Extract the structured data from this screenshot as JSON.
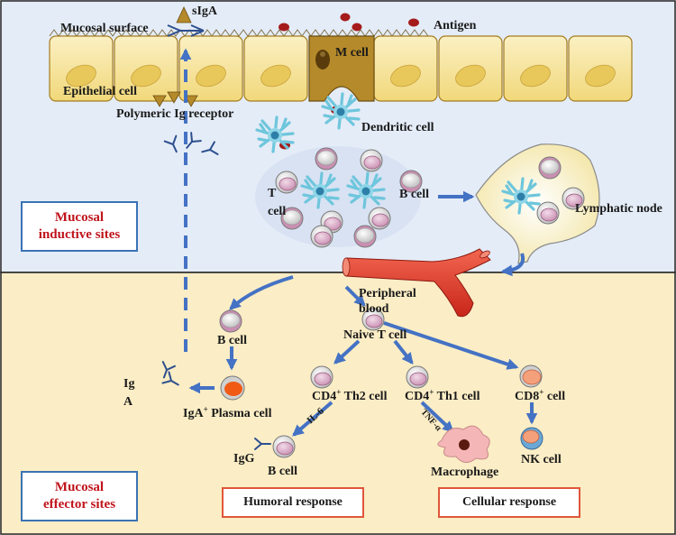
{
  "colors": {
    "inductive_bg": "#e4ecf7",
    "effector_bg": "#fbedc5",
    "epithelium": "#f8e6a3",
    "m_cell": "#b58a2a",
    "antigen": "#a51b1b",
    "arrow": "#4472c4",
    "site_label": "#c0141c",
    "response_border": "#e0563b",
    "vessel": "#e53925"
  },
  "labels": {
    "mucosal_surface": "Mucosal surface",
    "siga": "sIgA",
    "antigen": "Antigen",
    "m_cell": "M cell",
    "epithelial_cell": "Epithelial cell",
    "polymeric_ig_receptor": "Polymeric Ig receptor",
    "dendritic_cell": "Dendritic cell",
    "t_cell_1": "T",
    "t_cell_2": "cell",
    "b_cell_inductive": "B cell",
    "lymphatic_node": "Lymphatic node",
    "peripheral_blood_1": "Peripheral",
    "peripheral_blood_2": "blood",
    "naive_t_cell": "Naive T cell",
    "b_cell_effector": "B cell",
    "ig_a_1": "Ig",
    "ig_a_2": "A",
    "iga_plasma_prefix": "IgA",
    "iga_plasma_sup": "+",
    "iga_plasma_suffix": " Plasma cell",
    "cd4_th2_prefix": "CD4",
    "cd4_th2_sup": "+",
    "cd4_th2_suffix": " Th2 cell",
    "cd4_th1_prefix": "CD4",
    "cd4_th1_sup": "+",
    "cd4_th1_suffix": " Th1 cell",
    "cd8_prefix": "CD8",
    "cd8_sup": "+",
    "cd8_suffix": " cell",
    "il6": "IL-6",
    "tnf_alpha": "TNF-α",
    "igg": "IgG",
    "b_cell_humoral": "B cell",
    "macrophage": "Macrophage",
    "nk_cell": "NK cell"
  },
  "boxes": {
    "mucosal_inductive_1": "Mucosal",
    "mucosal_inductive_2": "inductive sites",
    "mucosal_effector_1": "Mucosal",
    "mucosal_effector_2": "effector sites",
    "humoral_response": "Humoral response",
    "cellular_response": "Cellular response"
  }
}
